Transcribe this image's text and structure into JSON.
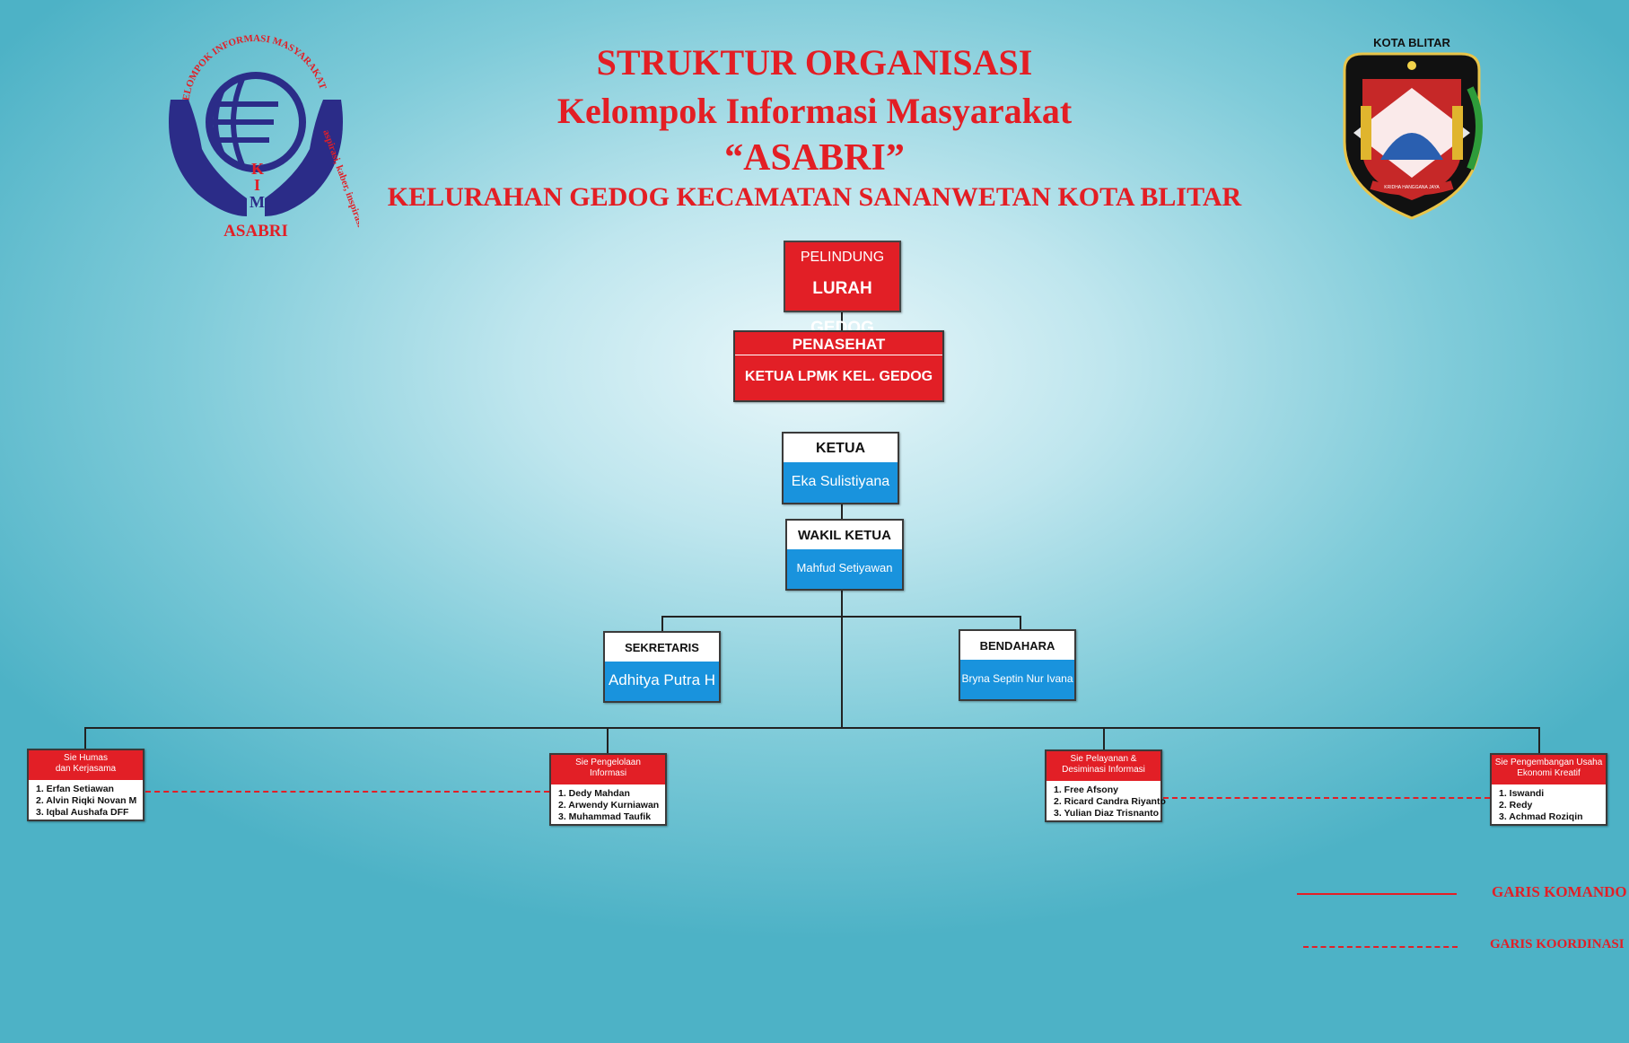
{
  "header": {
    "line1": "STRUKTUR ORGANISASI",
    "line2": "Kelompok Informasi Masyarakat",
    "line3": "“ASABRI”",
    "line4": "KELURAHAN GEDOG KECAMATAN SANANWETAN KOTA BLITAR"
  },
  "kim_logo": {
    "arc_text": "KELOMPOK INFORMASI MASYARAKAT",
    "side_text": "aspirasi, kaber, inspirasi",
    "letters": [
      "K",
      "I",
      "M"
    ],
    "name": "ASABRI"
  },
  "emblem": {
    "caption": "KOTA BLITAR",
    "motto": "KRIDHA HANGGANA JAYA"
  },
  "org": {
    "pelindung": {
      "title": "PELINDUNG",
      "name": "LURAH GEDOG"
    },
    "penasehat": {
      "title": "PENASEHAT",
      "name": "KETUA LPMK KEL. GEDOG"
    },
    "ketua": {
      "title": "KETUA",
      "name": "Eka Sulistiyana"
    },
    "wakil": {
      "title": "WAKIL KETUA",
      "name": "Mahfud Setiyawan"
    },
    "sekretaris": {
      "title": "SEKRETARIS",
      "name": "Adhitya Putra H"
    },
    "bendahara": {
      "title": "BENDAHARA",
      "name": "Bryna Septin Nur Ivana"
    },
    "sie": [
      {
        "title1": "Sie Humas",
        "title2": "dan Kerjasama",
        "members": [
          "1. Erfan Setiawan",
          "2. Alvin Riqki Novan M",
          "3. Iqbal Aushafa DFF"
        ]
      },
      {
        "title1": "Sie Pengelolaan",
        "title2": "Informasi",
        "members": [
          "1. Dedy Mahdan",
          "2. Arwendy Kurniawan",
          "3. Muhammad Taufik"
        ]
      },
      {
        "title1": "Sie Pelayanan &",
        "title2": "Desiminasi Informasi",
        "members": [
          "1. Free Afsony",
          "2. Ricard Candra Riyanto",
          "3. Yulian Diaz Trisnanto"
        ]
      },
      {
        "title1": "Sie Pengembangan Usaha",
        "title2": "Ekonomi Kreatif",
        "members": [
          "1. Iswandi",
          "2. Redy",
          "3. Achmad Roziqin"
        ]
      }
    ]
  },
  "legend": {
    "komando": "GARIS KOMANDO",
    "koordinasi": "GARIS KOORDINASI"
  },
  "colors": {
    "red": "#e21f26",
    "blue": "#1993dd",
    "line": "#222222"
  }
}
